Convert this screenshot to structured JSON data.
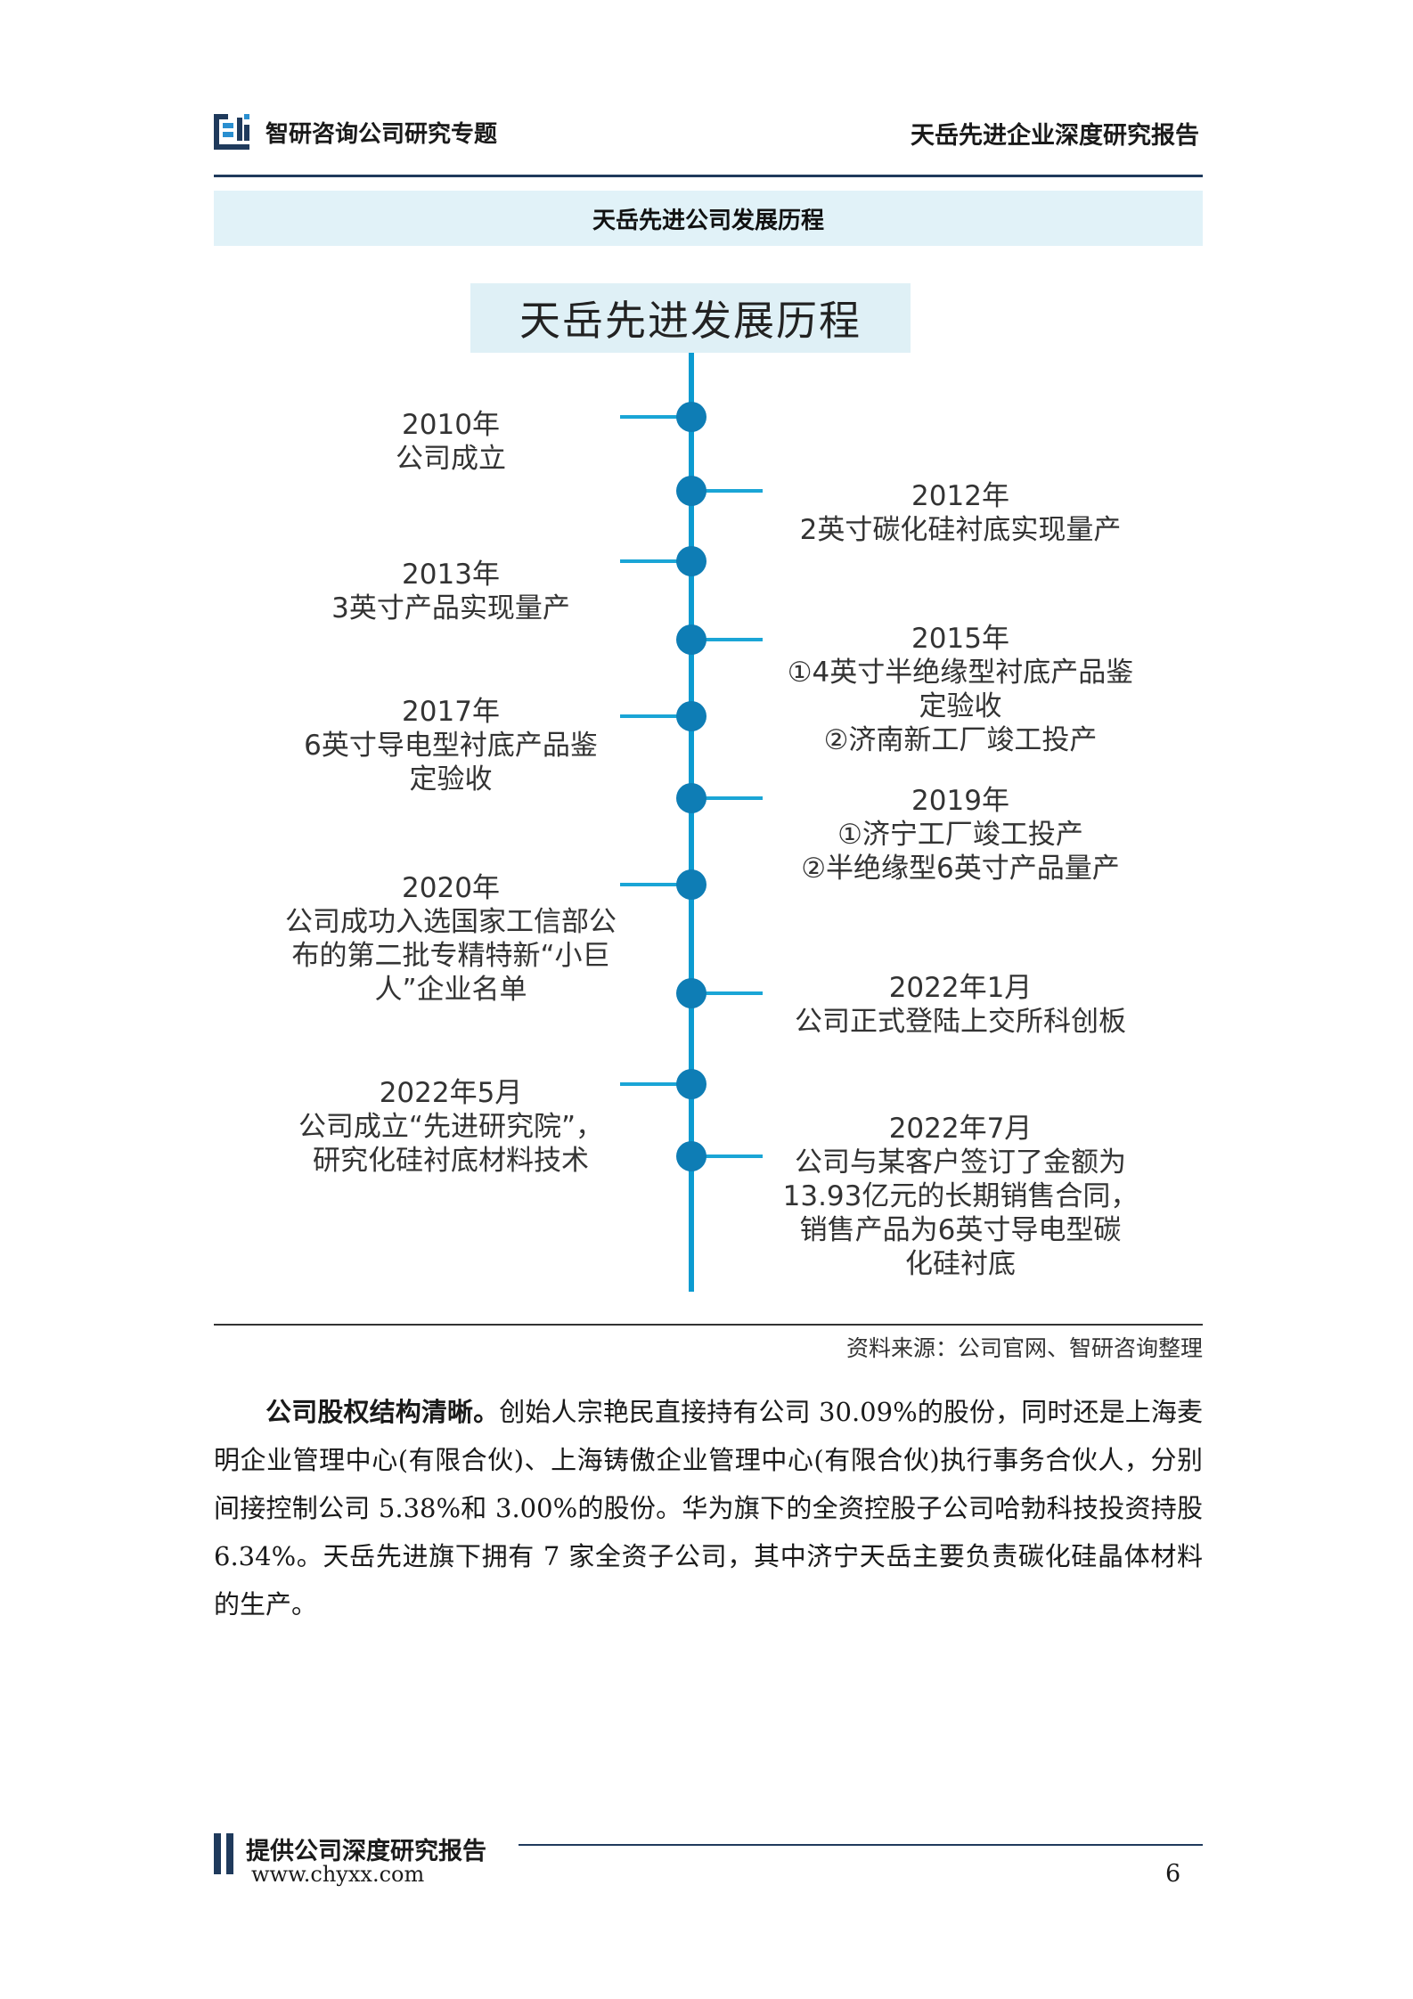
{
  "header": {
    "left_title": "智研咨询公司研究专题",
    "right_title": "天岳先进企业深度研究报告"
  },
  "caption": "天岳先进公司发展历程",
  "figure": {
    "title": "天岳先进发展历程",
    "events": [
      {
        "year": "2010年",
        "text": "公司成立",
        "side": "left"
      },
      {
        "year": "2012年",
        "text": "2英寸碳化硅衬底实现量产",
        "side": "right"
      },
      {
        "year": "2013年",
        "text": "3英寸产品实现量产",
        "side": "left"
      },
      {
        "year": "2015年",
        "text": "①4英寸半绝缘型衬底产品鉴\n定验收\n②济南新工厂竣工投产",
        "side": "right"
      },
      {
        "year": "2017年",
        "text": "6英寸导电型衬底产品鉴\n定验收",
        "side": "left"
      },
      {
        "year": "2019年",
        "text": "①济宁工厂竣工投产\n②半绝缘型6英寸产品量产",
        "side": "right"
      },
      {
        "year": "2020年",
        "text": "公司成功入选国家工信部公\n布的第二批专精特新“小巨\n人”企业名单",
        "side": "left"
      },
      {
        "year": "2022年1月",
        "text": "公司正式登陆上交所科创板",
        "side": "right"
      },
      {
        "year": "2022年5月",
        "text": "公司成立“先进研究院”，\n研究化硅衬底材料技术",
        "side": "left"
      },
      {
        "year": "2022年7月",
        "text": "公司与某客户签订了金额为\n13.93亿元的长期销售合同，\n销售产品为6英寸导电型碳\n化硅衬底",
        "side": "right"
      }
    ],
    "source": "资料来源：公司官网、智研咨询整理"
  },
  "paragraph": {
    "lead": "公司股权结构清晰。",
    "body": "创始人宗艳民直接持有公司 30.09%的股份，同时还是上海麦明企业管理中心(有限合伙)、上海铸傲企业管理中心(有限合伙)执行事务合伙人，分别间接控制公司 5.38%和 3.00%的股份。华为旗下的全资控股子公司哈勃科技投资持股 6.34%。天岳先进旗下拥有 7 家全资子公司，其中济宁天岳主要负责碳化硅晶体材料的生产。"
  },
  "footer": {
    "title": "提供公司深度研究报告",
    "url": "www.chyxx.com",
    "page": "6"
  },
  "colors": {
    "axis": "#0b9bd1",
    "node": "#0e7db5",
    "title_bg": "#dff0f6",
    "navy": "#1f3a5c"
  }
}
